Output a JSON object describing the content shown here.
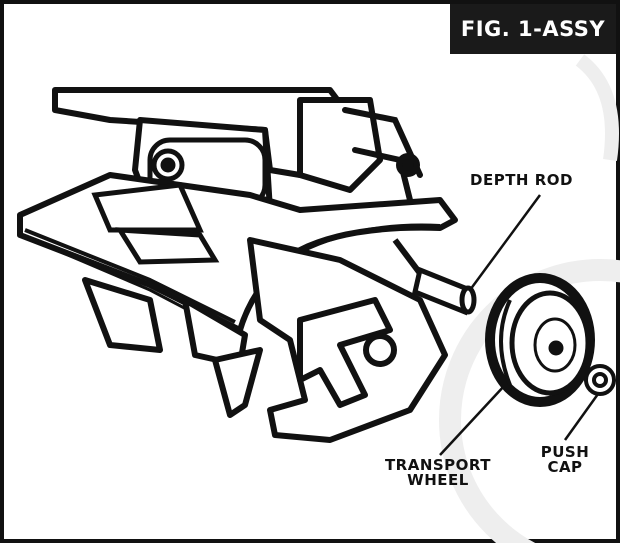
{
  "figure": {
    "tag": "FIG. 1-ASSY"
  },
  "callouts": {
    "depth_rod": "DEPTH ROD",
    "transport_wheel_line1": "TRANSPORT",
    "transport_wheel_line2": "WHEEL",
    "push_cap_line1": "PUSH",
    "push_cap_line2": "CAP"
  },
  "colors": {
    "ink": "#111111",
    "paper": "#ffffff",
    "tag_bg": "#1a1a1a",
    "tag_text": "#ffffff"
  }
}
